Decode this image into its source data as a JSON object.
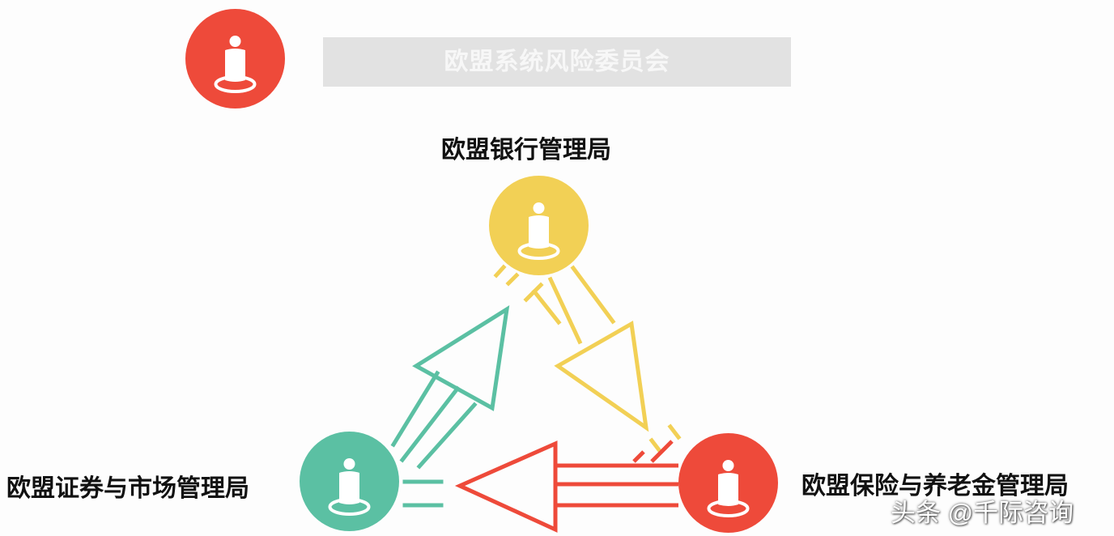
{
  "committee": {
    "title": "欧盟系统风险委员会"
  },
  "agencies": {
    "eba": {
      "label": "欧盟银行管理局"
    },
    "esma": {
      "label": "欧盟证券与市场管理局"
    },
    "eiopa": {
      "label": "欧盟保险与养老金管理局"
    }
  },
  "watermark": "头条 @千际咨询",
  "colors": {
    "red": "#ee4a3a",
    "yellow": "#f2d055",
    "green": "#5bc0a3",
    "banner": "#e2e2e2"
  },
  "icons": [
    "person-icon"
  ]
}
